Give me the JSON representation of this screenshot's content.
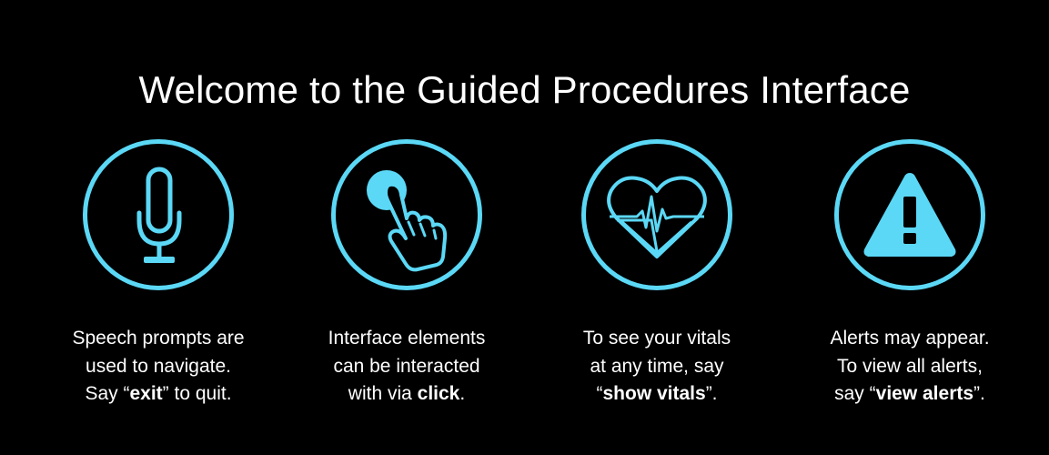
{
  "title": "Welcome to the Guided Procedures Interface",
  "accent_color": "#5bd8f6",
  "features": [
    {
      "icon": "microphone-icon",
      "line1": "Speech prompts are",
      "line2": "used to navigate.",
      "line3_pre": "Say “",
      "line3_bold": "exit",
      "line3_post": "” to quit."
    },
    {
      "icon": "tap-hand-icon",
      "line1": "Interface elements",
      "line2": "can be interacted",
      "line3_pre": "with via ",
      "line3_bold": "click",
      "line3_post": "."
    },
    {
      "icon": "heartbeat-icon",
      "line1": "To see your vitals",
      "line2": "at any time, say",
      "line3_pre": "“",
      "line3_bold": "show vitals",
      "line3_post": "”."
    },
    {
      "icon": "warning-icon",
      "line1": "Alerts may appear.",
      "line2": "To view all alerts,",
      "line3_pre": "say “",
      "line3_bold": "view alerts",
      "line3_post": "”."
    }
  ]
}
